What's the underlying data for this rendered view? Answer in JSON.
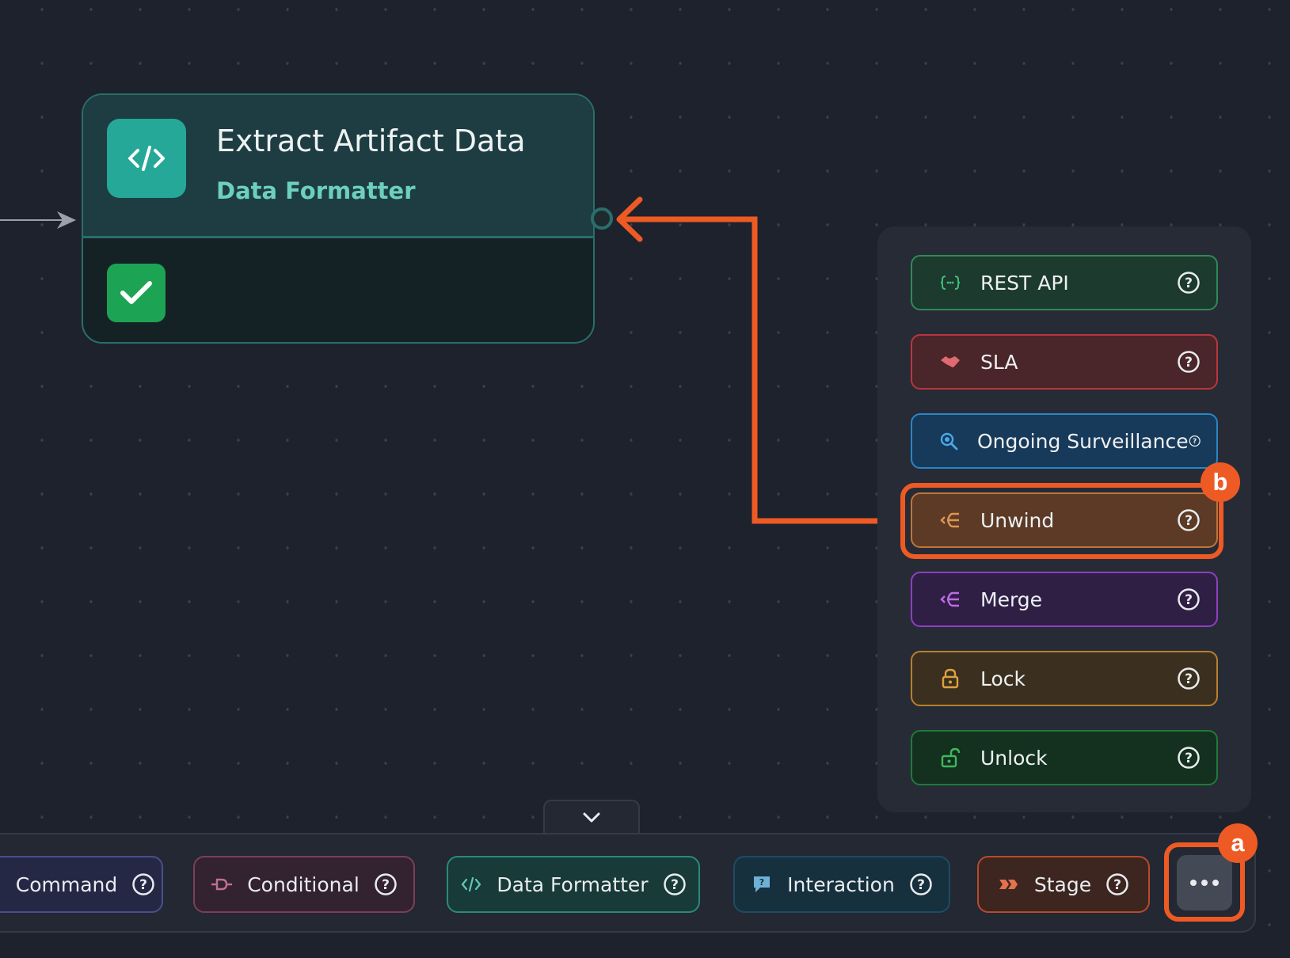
{
  "node": {
    "title": "Extract Artifact Data",
    "subtitle": "Data Formatter",
    "icon": "code-icon",
    "status_icon": "check-icon",
    "status_color": "#1da354",
    "accent": "#26a898"
  },
  "dropdown": {
    "items": [
      {
        "label": "REST API",
        "icon": "braces-icon",
        "color": "#2f8a57"
      },
      {
        "label": "SLA",
        "icon": "handshake-icon",
        "color": "#b9373c"
      },
      {
        "label": "Ongoing Surveillance",
        "icon": "magnifier-icon",
        "color": "#2a86c6"
      },
      {
        "label": "Unwind",
        "icon": "unwind-icon",
        "color": "#c0753a"
      },
      {
        "label": "Merge",
        "icon": "merge-icon",
        "color": "#8f40c0"
      },
      {
        "label": "Lock",
        "icon": "lock-icon",
        "color": "#b97f2d"
      },
      {
        "label": "Unlock",
        "icon": "unlock-icon",
        "color": "#1f7a3a"
      }
    ]
  },
  "toolbar": {
    "items": [
      {
        "label": "Command",
        "icon": "",
        "color": "#4a4f8a"
      },
      {
        "label": "Conditional",
        "icon": "conditional-icon",
        "color": "#7a3f5a"
      },
      {
        "label": "Data Formatter",
        "icon": "code-icon",
        "color": "#2a8a7a"
      },
      {
        "label": "Interaction",
        "icon": "chat-bubble-icon",
        "color": "#1f4b63"
      },
      {
        "label": "Stage",
        "icon": "stage-icon",
        "color": "#b94a2a"
      }
    ],
    "more_icon": "ellipsis-icon"
  },
  "annotations": {
    "a": "a",
    "b": "b",
    "color": "#ee5a24"
  },
  "collapse_icon": "chevron-down-icon"
}
